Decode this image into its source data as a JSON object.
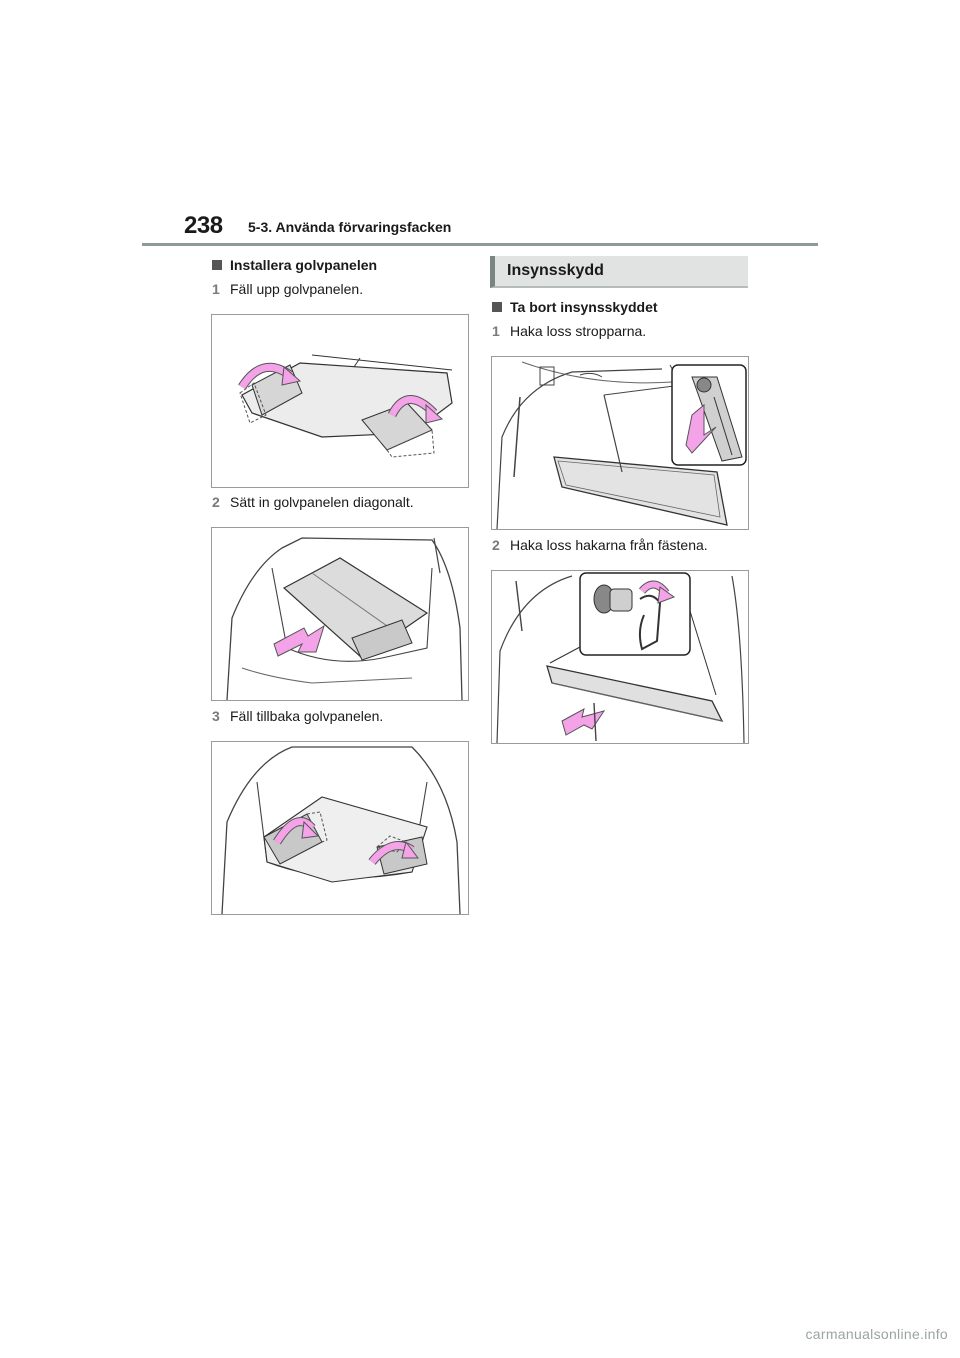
{
  "header": {
    "page_number": "238",
    "chapter": "5-3. Använda förvaringsfacken"
  },
  "left": {
    "section_title": "Installera golvpanelen",
    "steps": [
      {
        "num": "1",
        "text": "Fäll upp golvpanelen."
      },
      {
        "num": "2",
        "text": "Sätt in golvpanelen diagonalt."
      },
      {
        "num": "3",
        "text": "Fäll tillbaka golvpanelen."
      }
    ]
  },
  "right": {
    "title": "Insynsskydd",
    "section_title": "Ta bort insynsskyddet",
    "steps": [
      {
        "num": "1",
        "text": "Haka loss stropparna."
      },
      {
        "num": "2",
        "text": "Haka loss hakarna från fästena."
      }
    ]
  },
  "footer": {
    "watermark": "carmanualsonline.info"
  },
  "colors": {
    "arrow": "#f4a3e8",
    "panel": "#dcdcdc",
    "rule": "#8e9a94"
  }
}
